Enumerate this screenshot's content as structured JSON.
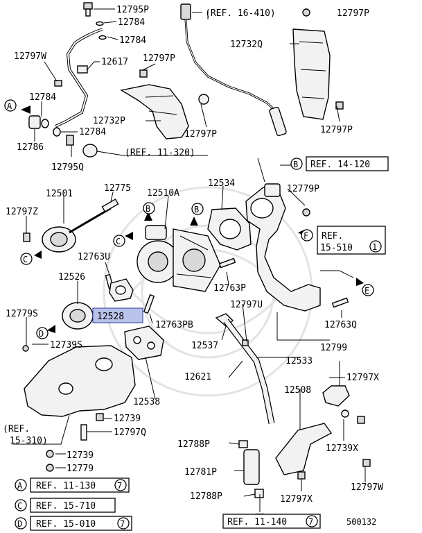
{
  "parts": {
    "p12795p": "12795P",
    "p12784a": "12784",
    "p12784b": "12784",
    "p12797w_top": "12797W",
    "p12617": "12617",
    "p12797p_a": "12797P",
    "p12784c": "12784",
    "p12732p": "12732P",
    "p12784d": "12784",
    "p12786": "12786",
    "p12797p_b": "12797P",
    "p12795q": "12795Q",
    "p12797p_top": "12797P",
    "p12732q": "12732Q",
    "p12797p_right": "12797P",
    "p12501": "12501",
    "p12775": "12775",
    "p12510a": "12510A",
    "p12534": "12534",
    "p12779p": "12779P",
    "p12797z": "12797Z",
    "p12763u": "12763U",
    "p12526": "12526",
    "p12528": "12528",
    "p12763p": "12763P",
    "p12779s": "12779S",
    "p12739s": "12739S",
    "p12763pb": "12763PB",
    "p12797u": "12797U",
    "p12763q": "12763Q",
    "p12537": "12537",
    "p12799": "12799",
    "p12533": "12533",
    "p12621": "12621",
    "p12538": "12538",
    "p12797x_a": "12797X",
    "p12508": "12508",
    "p12739": "12739",
    "p12797q": "12797Q",
    "p12739_b": "12739",
    "p12779": "12779",
    "p12788p_a": "12788P",
    "p12739x": "12739X",
    "p12781p": "12781P",
    "p12797w": "12797W",
    "p12788p_b": "12788P",
    "p12797x_b": "12797X"
  },
  "refs": {
    "ref_16_410": "(REF. 16-410)",
    "ref_11_320": "(REF. 11-320)",
    "ref_14_120": "REF. 14-120",
    "ref_15_510_line1": "REF.",
    "ref_15_510_line2": "15-510",
    "ref_15_310_line1": "(REF.",
    "ref_15_310_line2": "15-310)",
    "ref_11_130": "REF. 11-130",
    "ref_15_710": "REF. 15-710",
    "ref_15_010": "REF. 15-010",
    "ref_11_140": "REF. 11-140"
  },
  "markers": {
    "A": "A",
    "B": "B",
    "C": "C",
    "D": "D",
    "E": "E",
    "F": "F",
    "seven": "7",
    "one": "1"
  },
  "diagram_number": "500132",
  "highlight_color": "#b9c2ea"
}
